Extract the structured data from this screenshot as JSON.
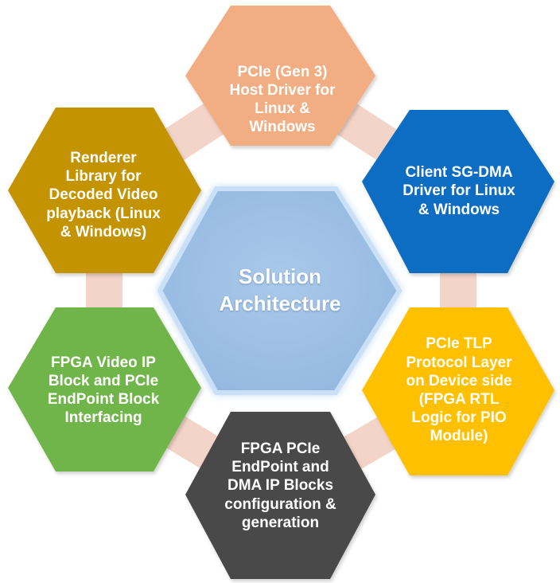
{
  "center": {
    "label": "Solution\nArchitecture",
    "color": "#9DC0E4"
  },
  "connector_color": "#F3D4C8",
  "nodes": [
    {
      "id": "top",
      "label": "PCIe (Gen 3)\nHost Driver for\nLinux &\nWindows",
      "color": "#F2AE82",
      "text_color": "#FFFFFF"
    },
    {
      "id": "upper-right",
      "label": "Client SG-DMA\nDriver for Linux\n& Windows",
      "color": "#0E6DC3",
      "text_color": "#FFFFFF"
    },
    {
      "id": "lower-right",
      "label": "PCIe TLP\nProtocol Layer\non Device side\n(FPGA RTL\nLogic for PIO\nModule)",
      "color": "#FFC000",
      "text_color": "#FFFFFF"
    },
    {
      "id": "bottom",
      "label": "FPGA PCIe\nEndPoint and\nDMA IP Blocks\nconfiguration &\ngeneration",
      "color": "#4A4A4A",
      "text_color": "#FFFFFF"
    },
    {
      "id": "lower-left",
      "label": "FPGA Video IP\nBlock and PCIe\nEndPoint Block\nInterfacing",
      "color": "#6FB54A",
      "text_color": "#FFFFFF"
    },
    {
      "id": "upper-left",
      "label": "Renderer\nLibrary for\nDecoded Video\nplayback (Linux\n& Windows)",
      "color": "#C49300",
      "text_color": "#FFFFFF"
    }
  ]
}
